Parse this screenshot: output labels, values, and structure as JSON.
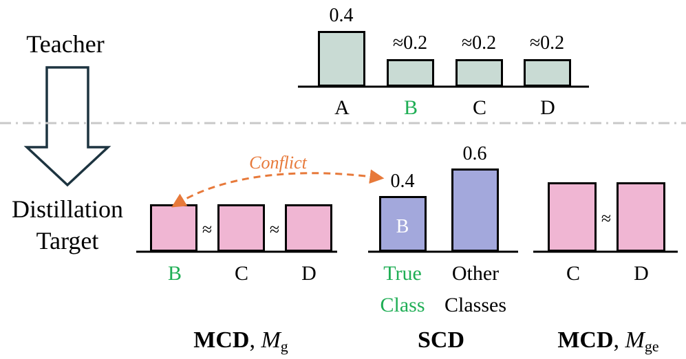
{
  "colors": {
    "teacher_bar": "#c9dbd4",
    "mcd_bar": "#f0b6d3",
    "scd_true_bar": "#a3a8dc",
    "scd_other_bar": "#a3a8dc",
    "green": "#1fae55",
    "orange": "#e7793a",
    "divider": "#c8c8c8",
    "arrow_outline": "#1d3440"
  },
  "labels": {
    "teacher": "Teacher",
    "distillation_line1": "Distillation",
    "distillation_line2": "Target",
    "conflict": "Conflict"
  },
  "teacher": {
    "bars": [
      {
        "category": "A",
        "value_label": "0.4",
        "value": 0.4
      },
      {
        "category": "B",
        "value_label": "≈0.2",
        "value": 0.2
      },
      {
        "category": "C",
        "value_label": "≈0.2",
        "value": 0.2
      },
      {
        "category": "D",
        "value_label": "≈0.2",
        "value": 0.2
      }
    ]
  },
  "mcd_g": {
    "bars": [
      "B",
      "C",
      "D"
    ],
    "approx_symbol": "≈",
    "title_bold": "MCD",
    "title_rest": ", ",
    "title_var": "M",
    "title_sub": "g"
  },
  "scd": {
    "true_value_label": "0.4",
    "other_value_label": "0.6",
    "true_value": 0.4,
    "other_value": 0.6,
    "true_bar_text": "B",
    "true_label_line1": "True",
    "true_label_line2": "Class",
    "other_label_line1": "Other",
    "other_label_line2": "Classes",
    "title": "SCD"
  },
  "mcd_ge": {
    "bars": [
      "C",
      "D"
    ],
    "approx_symbol": "≈",
    "title_bold": "MCD",
    "title_rest": ", ",
    "title_var": "M",
    "title_sub": "ge"
  }
}
